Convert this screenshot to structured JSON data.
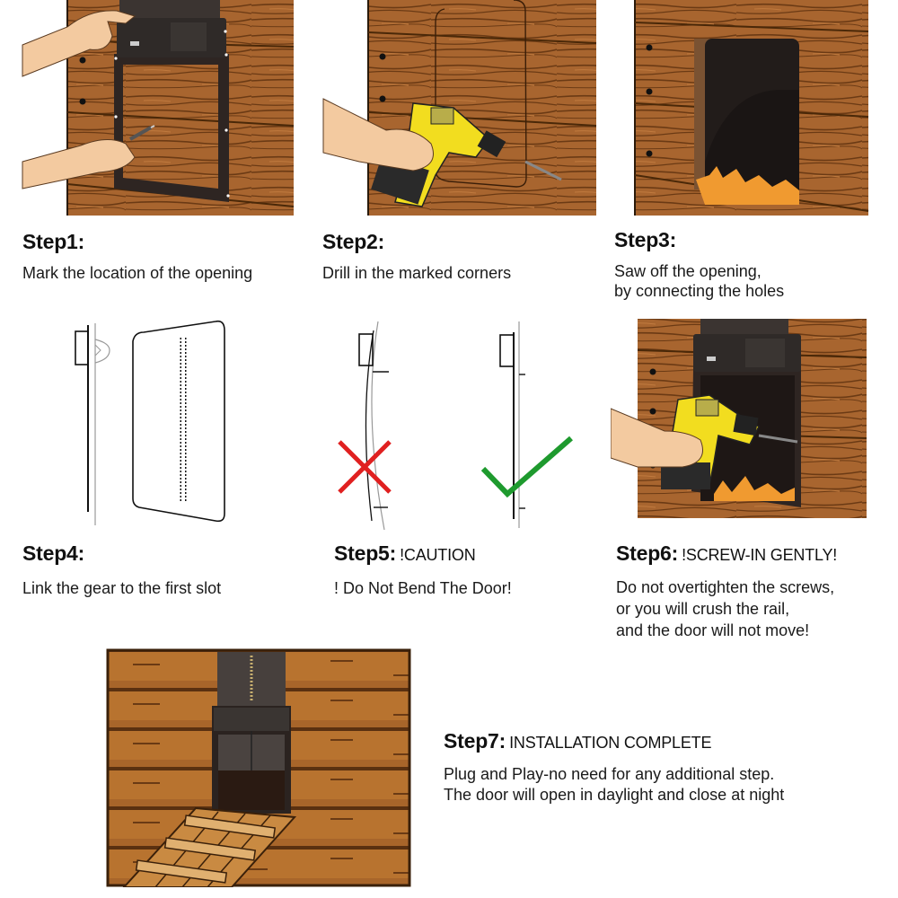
{
  "colors": {
    "wood": "#a8652f",
    "wood_dark": "#7a4419",
    "wood_grain": "#5a3010",
    "door_frame": "#2b2320",
    "door_panel": "#3d3633",
    "drill_yellow": "#f2dd1f",
    "skin": "#f3caa0",
    "straw": "#f09a30",
    "cross_red": "#e02020",
    "check_green": "#1e9a2e",
    "text": "#111111"
  },
  "steps": [
    {
      "id": 1,
      "title": "Step1:",
      "subtitle": "",
      "description": "Mark the location of the opening",
      "illustration": "hands-marking-door-frame-on-wood"
    },
    {
      "id": 2,
      "title": "Step2:",
      "subtitle": "",
      "description": "Drill in the marked corners",
      "illustration": "drill-marked-corners"
    },
    {
      "id": 3,
      "title": "Step3:",
      "subtitle": "",
      "description": "Saw off the opening,\nby connecting the holes",
      "illustration": "opening-cut-in-wood"
    },
    {
      "id": 4,
      "title": "Step4:",
      "subtitle": "",
      "description": "Link the gear to the first slot",
      "illustration": "gear-and-door-panel-diagram"
    },
    {
      "id": 5,
      "title": "Step5:",
      "subtitle": "!CAUTION",
      "description": "! Do Not Bend The Door!",
      "illustration": "bent-vs-straight-door-diagram"
    },
    {
      "id": 6,
      "title": "Step6:",
      "subtitle": "!SCREW-IN GENTLY!",
      "description": "Do not overtighten the screws,\nor you will crush the rail,\nand the door will not move!",
      "illustration": "screwing-door-frame"
    },
    {
      "id": 7,
      "title": "Step7:",
      "subtitle": "INSTALLATION COMPLETE",
      "description": "Plug and Play-no need for any additional step.\nThe door will open in daylight and close at night",
      "illustration": "installed-door-on-coop-with-ramp"
    }
  ],
  "icons": {
    "wrong": "cross-icon",
    "right": "check-icon"
  }
}
